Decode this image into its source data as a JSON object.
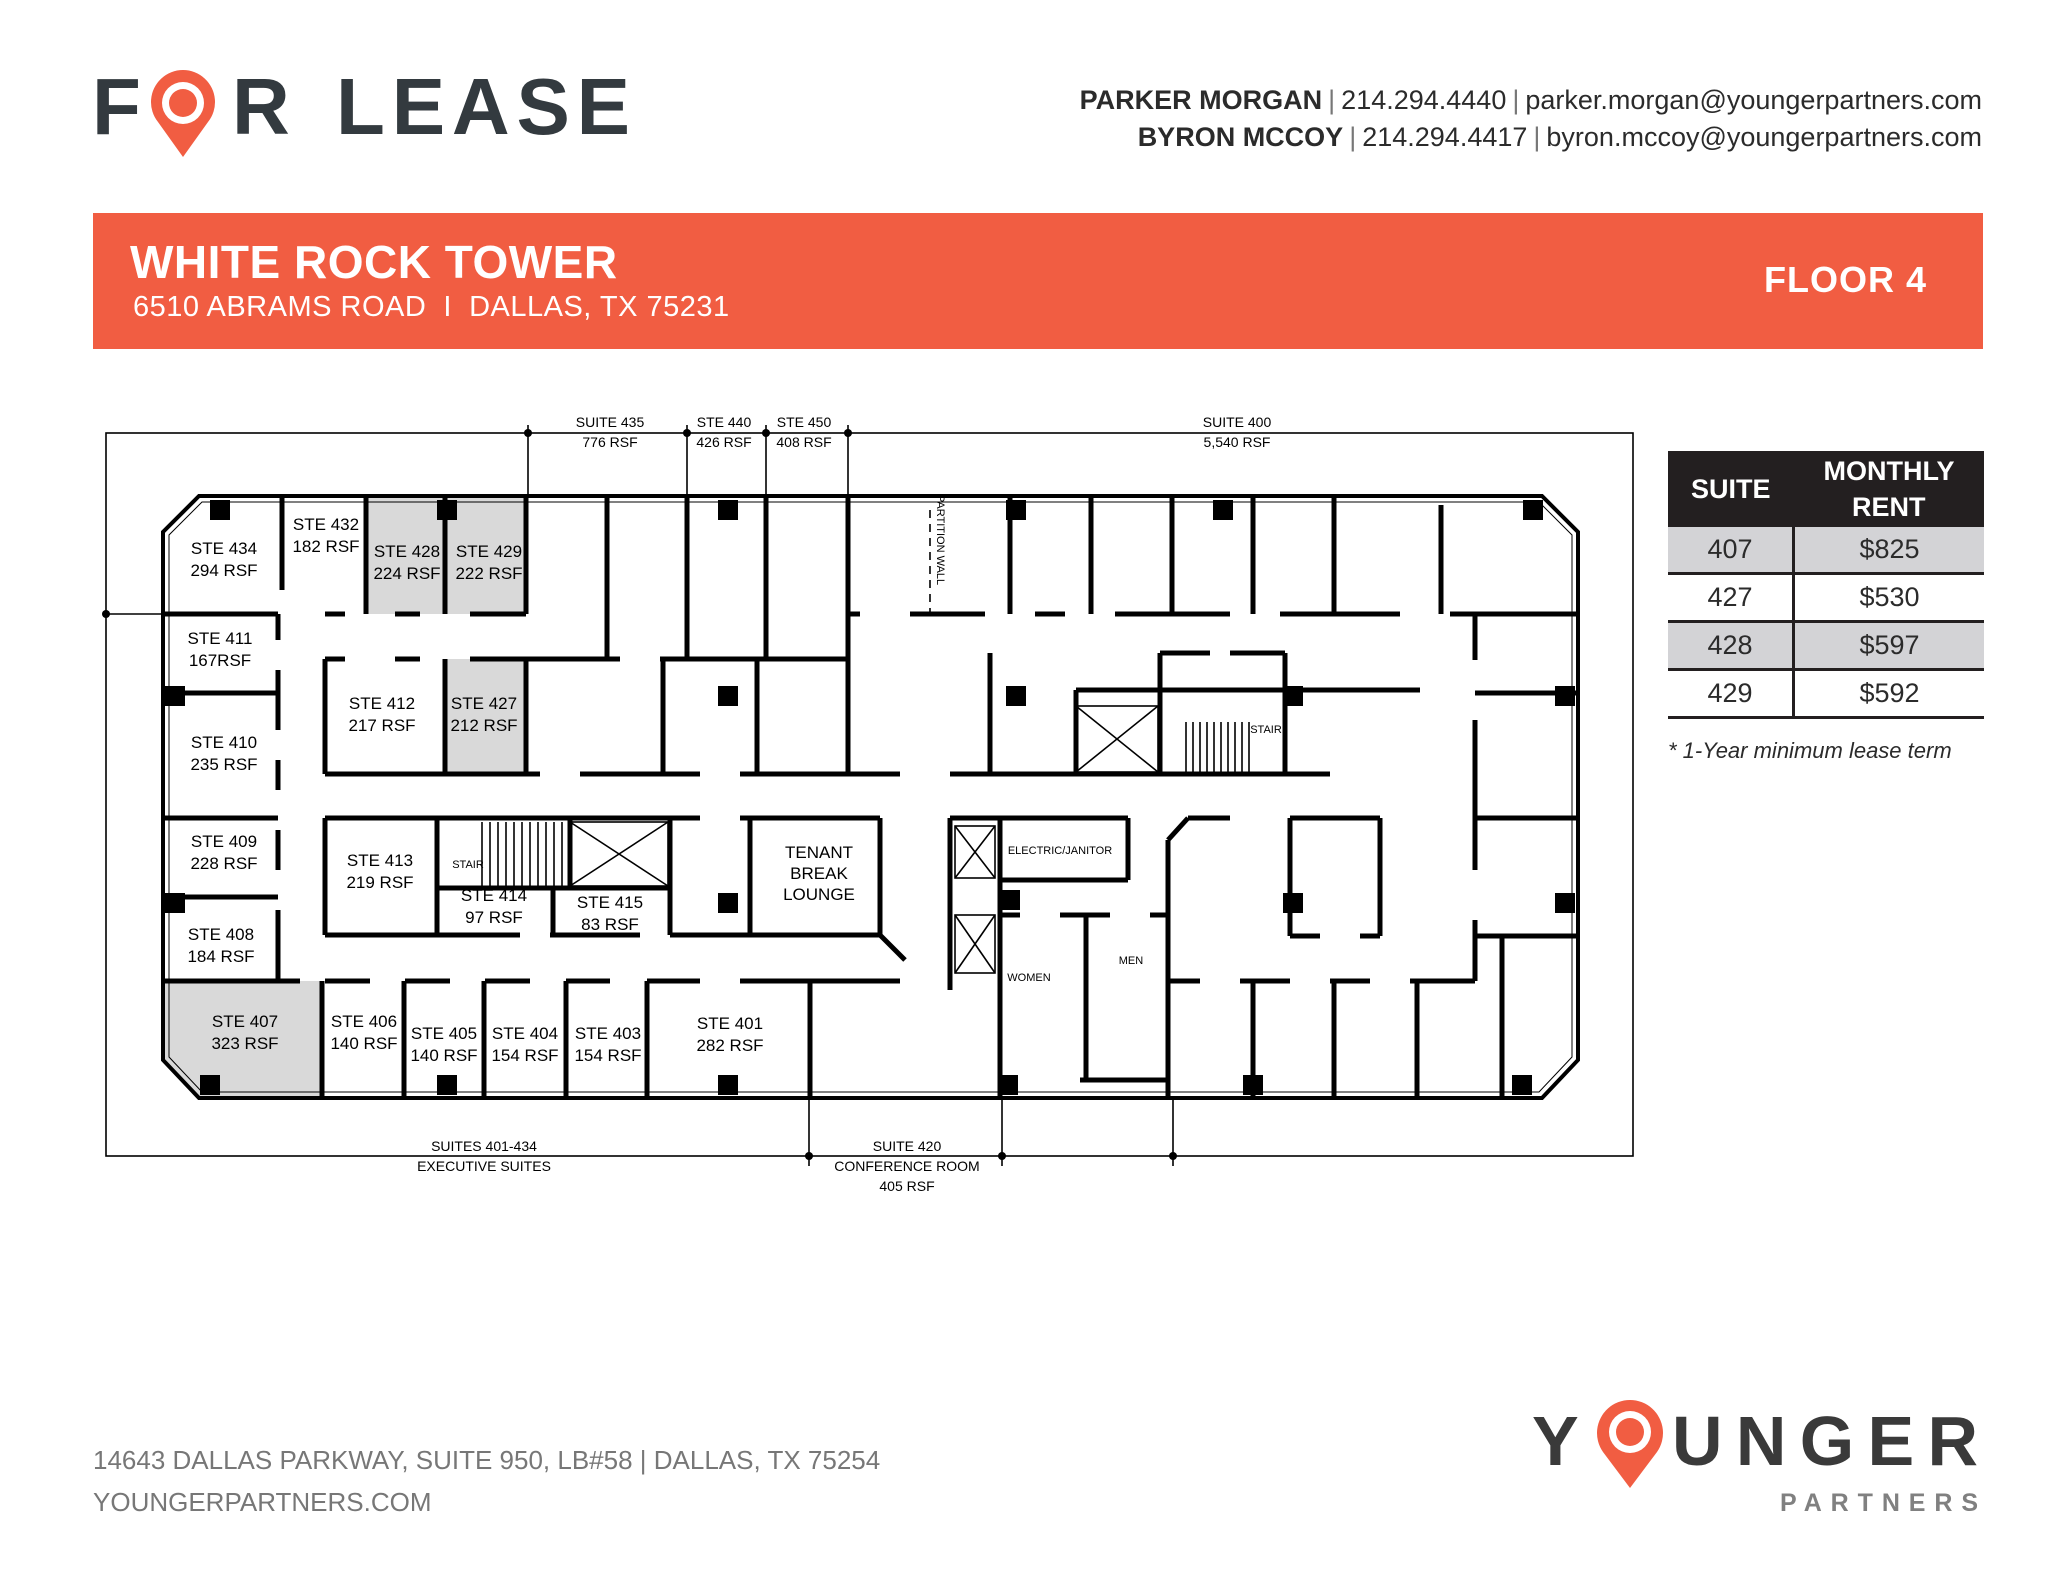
{
  "header": {
    "logo_text": "FOR LEASE",
    "contacts": [
      {
        "name": "PARKER MORGAN",
        "phone": "214.294.4440",
        "email": "parker.morgan@youngerpartners.com"
      },
      {
        "name": "BYRON MCCOY",
        "phone": "214.294.4417",
        "email": "byron.mccoy@youngerpartners.com"
      }
    ]
  },
  "banner": {
    "building": "WHITE ROCK TOWER",
    "address": "6510 ABRAMS ROAD  I  DALLAS, TX 75231",
    "floor": "FLOOR 4",
    "color": "#f15d42"
  },
  "floorplan": {
    "top_labels": [
      {
        "name": "SUITE 435",
        "area": "776 RSF"
      },
      {
        "name": "STE 440",
        "area": "426 RSF"
      },
      {
        "name": "STE 450",
        "area": "408 RSF"
      },
      {
        "name": "SUITE 400",
        "area": "5,540 RSF"
      }
    ],
    "bottom_labels": [
      {
        "name": "SUITES 401-434",
        "area": "EXECUTIVE SUITES"
      },
      {
        "name": "SUITE 420",
        "line2": "CONFERENCE ROOM",
        "area": "405 RSF"
      }
    ],
    "rooms": [
      {
        "suite": "STE 434",
        "area": "294 RSF"
      },
      {
        "suite": "STE 432",
        "area": "182 RSF"
      },
      {
        "suite": "STE 428",
        "area": "224 RSF",
        "available": true
      },
      {
        "suite": "STE 429",
        "area": "222 RSF",
        "available": true
      },
      {
        "suite": "STE 411",
        "area": "167RSF"
      },
      {
        "suite": "STE 412",
        "area": "217 RSF"
      },
      {
        "suite": "STE 427",
        "area": "212 RSF",
        "available": true
      },
      {
        "suite": "STE 410",
        "area": "235 RSF"
      },
      {
        "suite": "STE 409",
        "area": "228 RSF"
      },
      {
        "suite": "STE 413",
        "area": "219 RSF"
      },
      {
        "suite": "STE 414",
        "area": "97 RSF"
      },
      {
        "suite": "STE 415",
        "area": "83 RSF"
      },
      {
        "suite": "STE 408",
        "area": "184 RSF"
      },
      {
        "suite": "STE 407",
        "area": "323 RSF",
        "available": true
      },
      {
        "suite": "STE 406",
        "area": "140 RSF"
      },
      {
        "suite": "STE 405",
        "area": "140 RSF"
      },
      {
        "suite": "STE 404",
        "area": "154 RSF"
      },
      {
        "suite": "STE 403",
        "area": "154 RSF"
      },
      {
        "suite": "STE 401",
        "area": "282 RSF"
      }
    ],
    "lounge": [
      "TENANT",
      "BREAK",
      "LOUNGE"
    ],
    "stair": "STAIR",
    "electric": "ELECTRIC/JANITOR",
    "women": "WOMEN",
    "men": "MEN",
    "partition": "PARTITION WALL",
    "available_color": "#d9d9d9"
  },
  "table": {
    "headers": [
      "SUITE",
      "MONTHLY RENT"
    ],
    "rows": [
      {
        "suite": "407",
        "rent": "$825"
      },
      {
        "suite": "427",
        "rent": "$530"
      },
      {
        "suite": "428",
        "rent": "$597"
      },
      {
        "suite": "429",
        "rent": "$592"
      }
    ],
    "footnote": "* 1-Year minimum lease term"
  },
  "footer": {
    "address": "14643 DALLAS PARKWAY, SUITE 950, LB#58 | DALLAS, TX 75254",
    "website": "YOUNGERPARTNERS.COM",
    "logo_main": "YOUNGER",
    "logo_sub": "PARTNERS"
  }
}
